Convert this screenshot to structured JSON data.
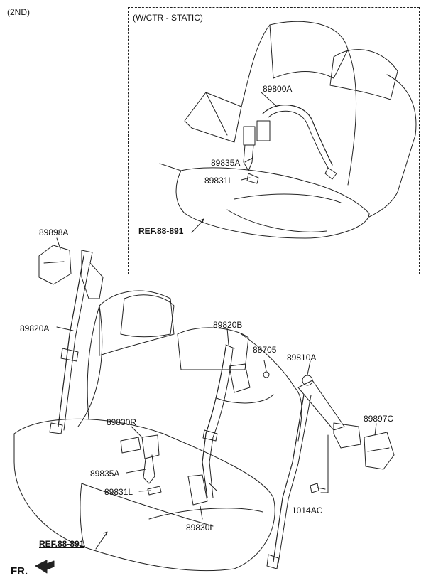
{
  "header": {
    "row_label": "(2ND)"
  },
  "inset": {
    "title": "(W/CTR - STATIC)"
  },
  "parts": {
    "p89800A": "89800A",
    "p89835A_top": "89835A",
    "p89831L_top": "89831L",
    "p89898A": "89898A",
    "p89820A": "89820A",
    "p89820B": "89820B",
    "p88705": "88705",
    "p89810A": "89810A",
    "p89897C": "89897C",
    "p89830R": "89830R",
    "p89835A": "89835A",
    "p89831L": "89831L",
    "p89830L": "89830L",
    "p1014AC": "1014AC"
  },
  "refs": {
    "ref_top": "REF.88-891",
    "ref_bottom": "REF.88-891"
  },
  "orientation": {
    "front_label": "FR.",
    "icon": "front-arrow-icon"
  },
  "colors": {
    "line": "#222222",
    "background": "#ffffff"
  }
}
